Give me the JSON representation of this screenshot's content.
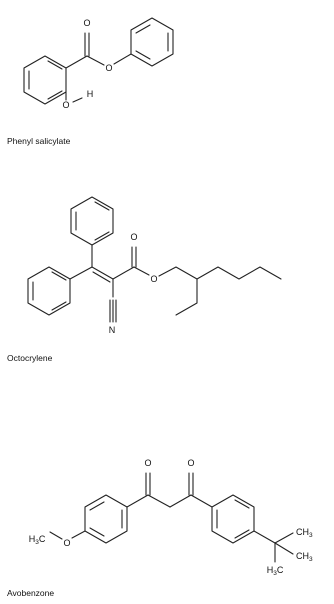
{
  "molecules": [
    {
      "name": "Phenyl salicylate",
      "atoms": {
        "o_carbonyl": "O",
        "o_ester": "O",
        "o_hydroxyl": "O",
        "h_hydroxyl": "H"
      }
    },
    {
      "name": "Octocrylene",
      "atoms": {
        "o_carbonyl": "O",
        "o_ester": "O",
        "n_nitrile": "N"
      }
    },
    {
      "name": "Avobenzone",
      "atoms": {
        "o_ketone_1": "O",
        "o_ketone_2": "O",
        "h3c_methoxy": "H3C",
        "o_methoxy": "O",
        "ch3_1": "CH3",
        "ch3_2": "CH3",
        "h3c_tbutyl": "H3C"
      }
    }
  ]
}
